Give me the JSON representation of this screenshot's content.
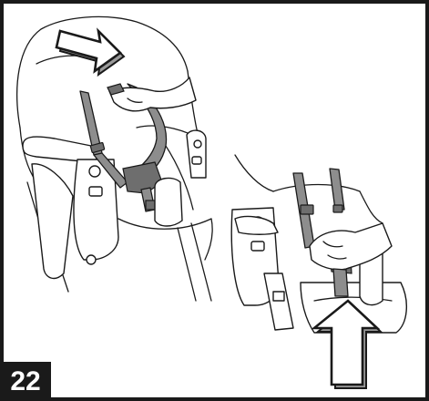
{
  "step": {
    "number": "22"
  },
  "illustrations": [
    {
      "name": "harness-release-view",
      "arrow_direction": "right"
    },
    {
      "name": "buckle-connect-view",
      "arrow_direction": "up"
    }
  ],
  "colors": {
    "border": "#1a1a1a",
    "strap": "#8d8d8d",
    "badge_bg": "#1a1a1a",
    "badge_text": "#ffffff"
  }
}
